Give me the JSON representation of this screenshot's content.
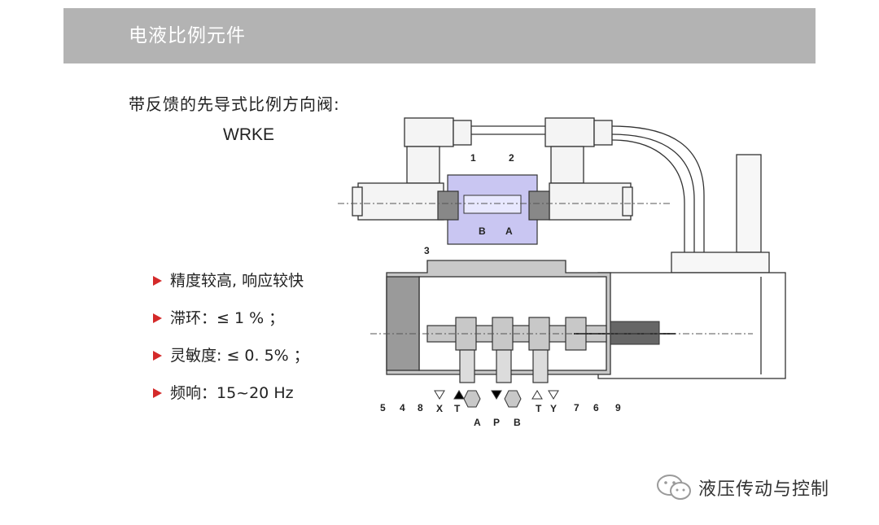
{
  "header": {
    "title": "电液比例元件"
  },
  "subtitle": "带反馈的先导式比例方向阀:",
  "model": "WRKE",
  "features": [
    "精度较高, 响应较快",
    "滞环：≤ 1 % ；",
    "灵敏度: ≤  0. 5% ；",
    "频响：15~20 Hz"
  ],
  "diagram": {
    "part_labels": [
      "1",
      "2",
      "3",
      "5",
      "4",
      "8",
      "7",
      "6",
      "9"
    ],
    "port_labels": [
      "X",
      "T",
      "A",
      "P",
      "B",
      "T",
      "Y"
    ],
    "pilot_labels": [
      "B",
      "A"
    ]
  },
  "watermark": {
    "text": "液压传动与控制",
    "icon": "wechat-icon"
  },
  "colors": {
    "header_bg": "#b3b3b3",
    "bullet": "#d42a2a",
    "pilot_block": "#c9c6f2"
  }
}
